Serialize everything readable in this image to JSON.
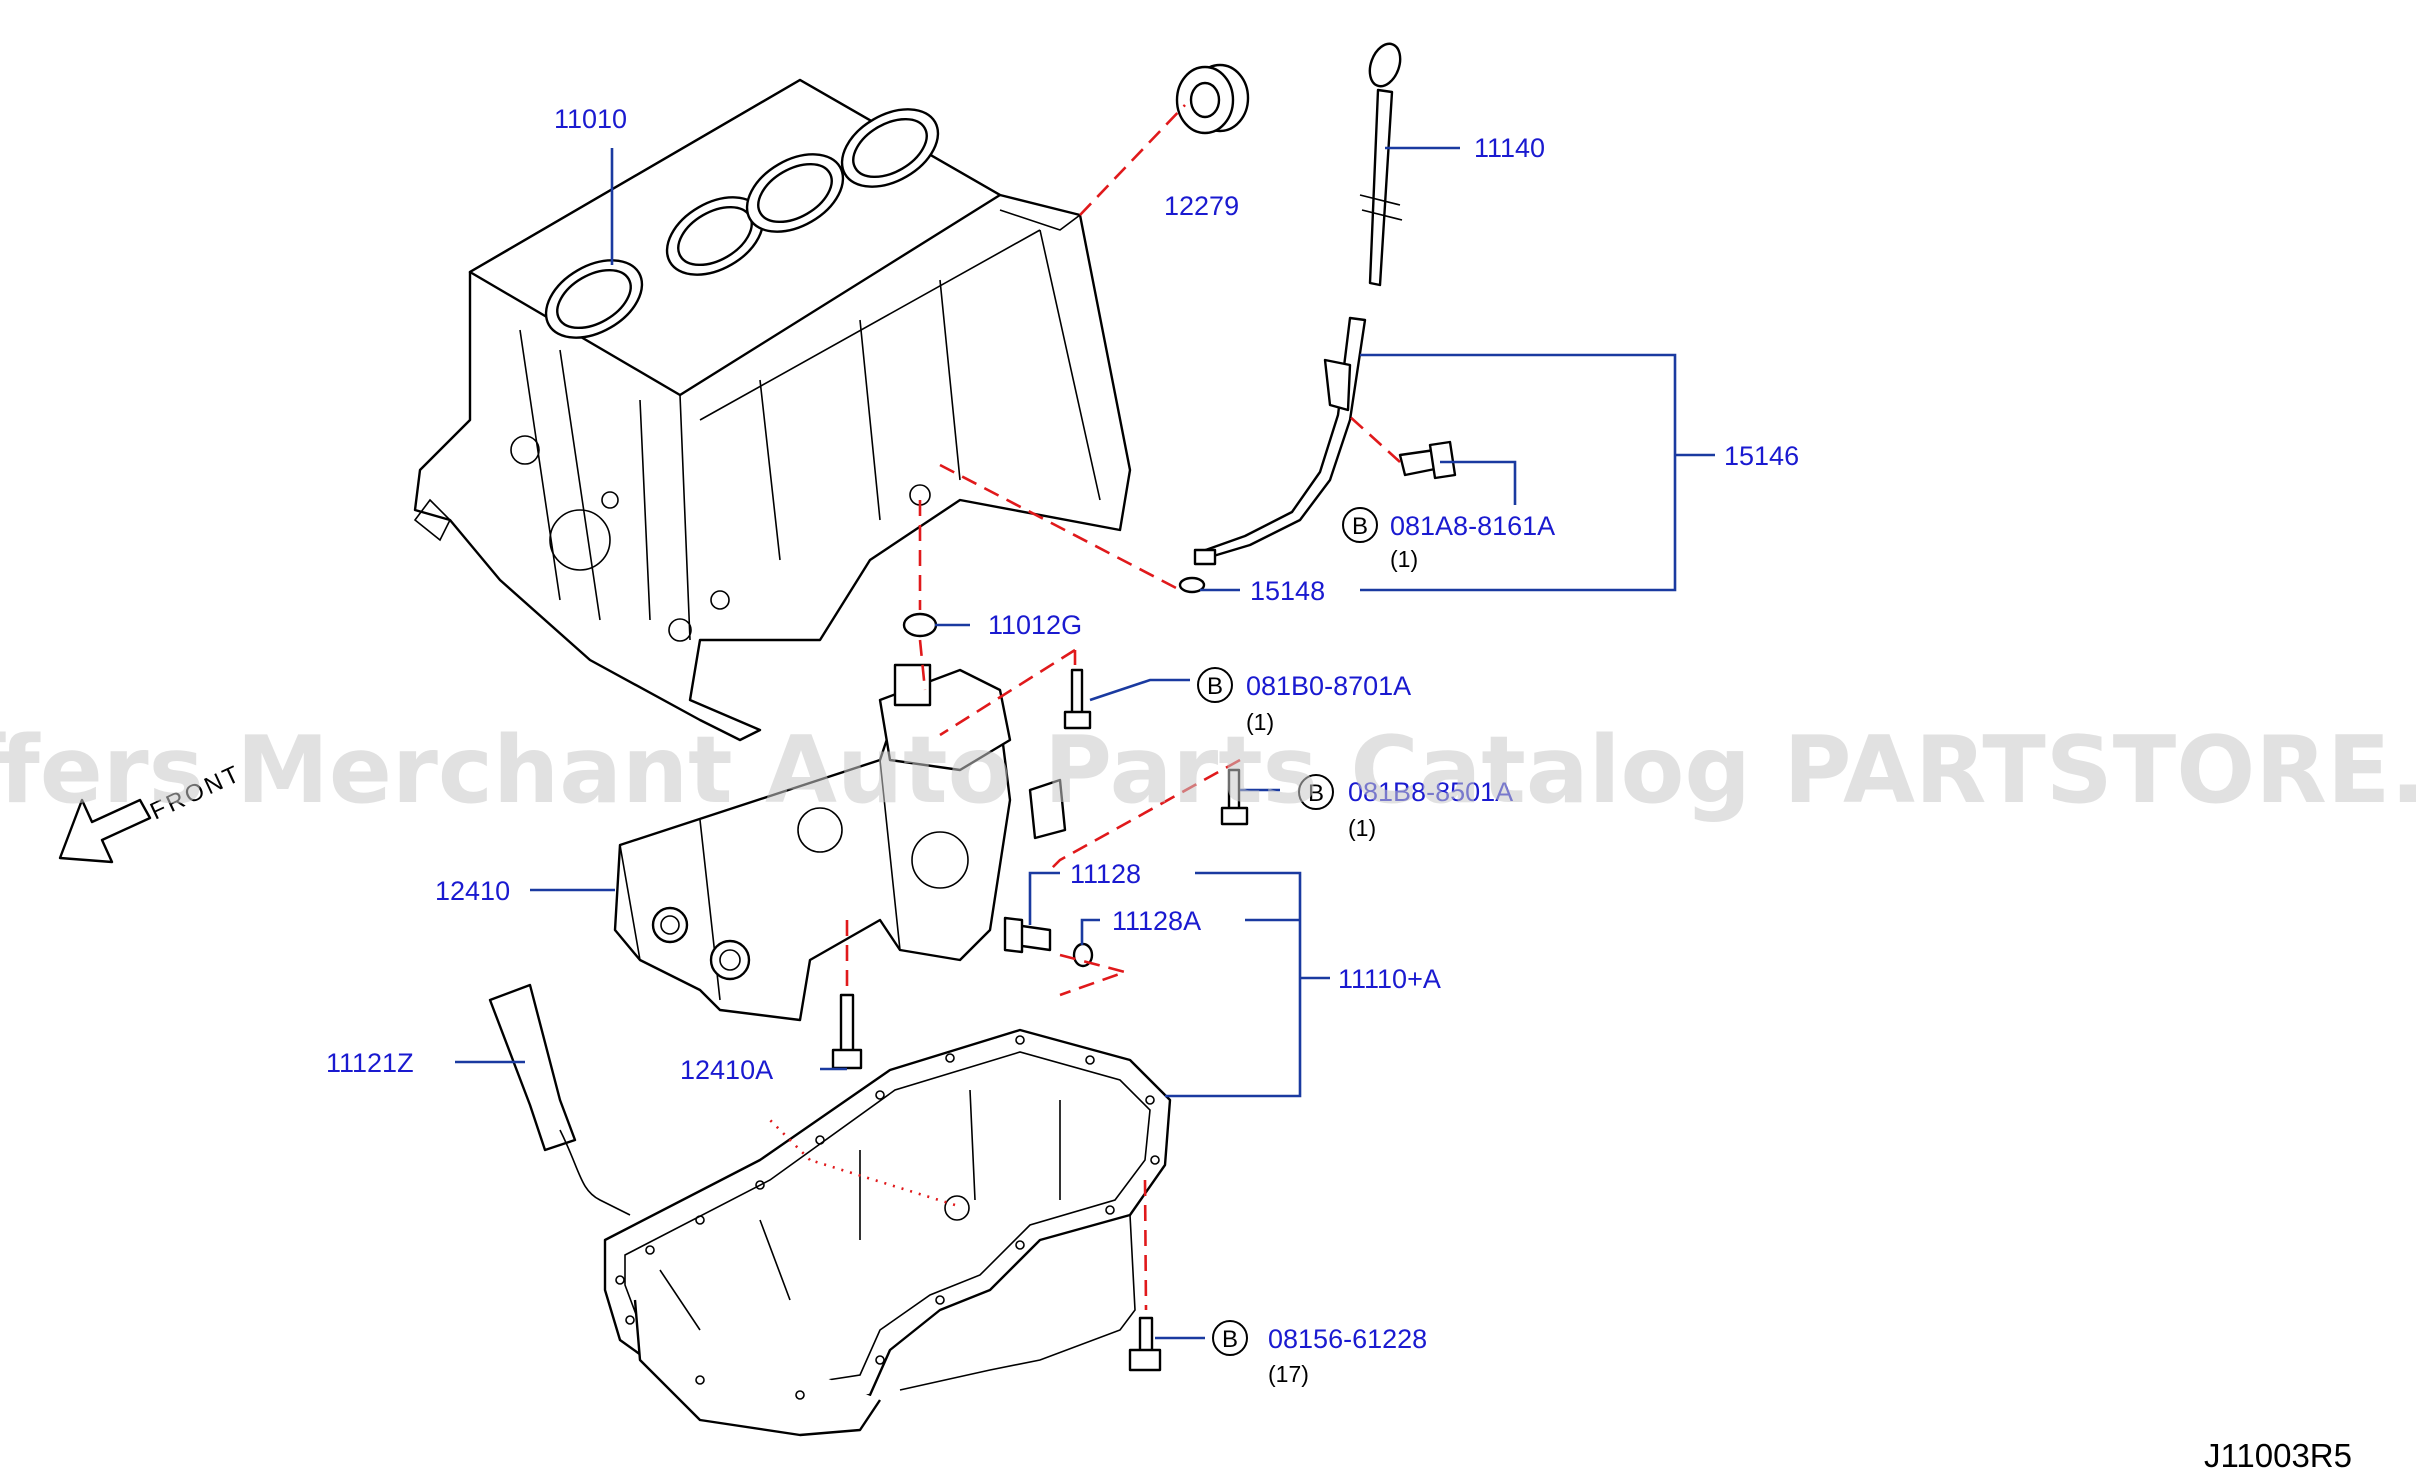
{
  "watermark": "Offers Merchant Auto Parts Catalog PARTSTORE.SA",
  "diagram_code": "J11003R5",
  "orientation_label": "FRONT",
  "bolt_marker": "B",
  "callouts": {
    "cylinder_block": "11010",
    "seal": "12279",
    "dipstick": "11140",
    "guide_assy": "15146",
    "bolt_guide": "081A8-8161A",
    "bolt_guide_qty": "(1)",
    "oring_guide": "15148",
    "oring_pump": "11012G",
    "bolt_pump_1": "081B0-8701A",
    "bolt_pump_1_qty": "(1)",
    "bolt_pump_2": "081B8-8501A",
    "bolt_pump_2_qty": "(1)",
    "balancer": "12410",
    "drain_plug": "11128",
    "drain_washer": "11128A",
    "oil_pan_assy": "11110+A",
    "balancer_bolt": "12410A",
    "oil_level_gauge": "11121Z",
    "pan_bolt": "08156-61228",
    "pan_bolt_qty": "(17)"
  }
}
